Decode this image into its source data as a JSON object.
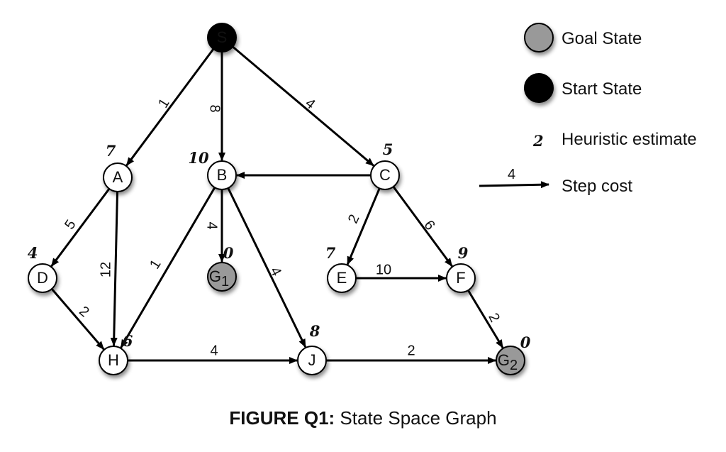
{
  "nodes": [
    {
      "id": "S",
      "label": "S",
      "kind": "start",
      "heuristic": ""
    },
    {
      "id": "A",
      "label": "A",
      "kind": "normal",
      "heuristic": "7"
    },
    {
      "id": "B",
      "label": "B",
      "kind": "normal",
      "heuristic": "10"
    },
    {
      "id": "C",
      "label": "C",
      "kind": "normal",
      "heuristic": "5"
    },
    {
      "id": "D",
      "label": "D",
      "kind": "normal",
      "heuristic": "4"
    },
    {
      "id": "G1",
      "label": "G",
      "sub": "1",
      "kind": "goal",
      "heuristic": "0"
    },
    {
      "id": "E",
      "label": "E",
      "kind": "normal",
      "heuristic": "7"
    },
    {
      "id": "F",
      "label": "F",
      "kind": "normal",
      "heuristic": "9"
    },
    {
      "id": "H",
      "label": "H",
      "kind": "normal",
      "heuristic": "6"
    },
    {
      "id": "J",
      "label": "J",
      "kind": "normal",
      "heuristic": "8"
    },
    {
      "id": "G2",
      "label": "G",
      "sub": "2",
      "kind": "goal",
      "heuristic": "0"
    }
  ],
  "edges": [
    {
      "from": "S",
      "to": "A",
      "cost": "1"
    },
    {
      "from": "S",
      "to": "B",
      "cost": "8"
    },
    {
      "from": "S",
      "to": "C",
      "cost": "4"
    },
    {
      "from": "C",
      "to": "B",
      "cost": ""
    },
    {
      "from": "A",
      "to": "D",
      "cost": "5"
    },
    {
      "from": "A",
      "to": "H",
      "cost": "12"
    },
    {
      "from": "B",
      "to": "H",
      "cost": "1"
    },
    {
      "from": "B",
      "to": "G1",
      "cost": "4"
    },
    {
      "from": "B",
      "to": "J",
      "cost": "4"
    },
    {
      "from": "C",
      "to": "E",
      "cost": "2"
    },
    {
      "from": "C",
      "to": "F",
      "cost": "6"
    },
    {
      "from": "E",
      "to": "F",
      "cost": "10"
    },
    {
      "from": "D",
      "to": "H",
      "cost": "2"
    },
    {
      "from": "F",
      "to": "G2",
      "cost": "2"
    },
    {
      "from": "H",
      "to": "J",
      "cost": "4"
    },
    {
      "from": "J",
      "to": "G2",
      "cost": "2"
    }
  ],
  "legend": {
    "goal_label": "Goal State",
    "start_label": "Start State",
    "heuristic_sample": "2",
    "heuristic_label": "Heuristic estimate",
    "step_sample": "4",
    "step_label": "Step cost"
  },
  "caption": {
    "bold": "FIGURE Q1:",
    "rest": " State Space Graph"
  },
  "colors": {
    "start_fill": "#000000",
    "goal_fill": "#999999",
    "node_fill": "#ffffff",
    "stroke": "#000000"
  }
}
